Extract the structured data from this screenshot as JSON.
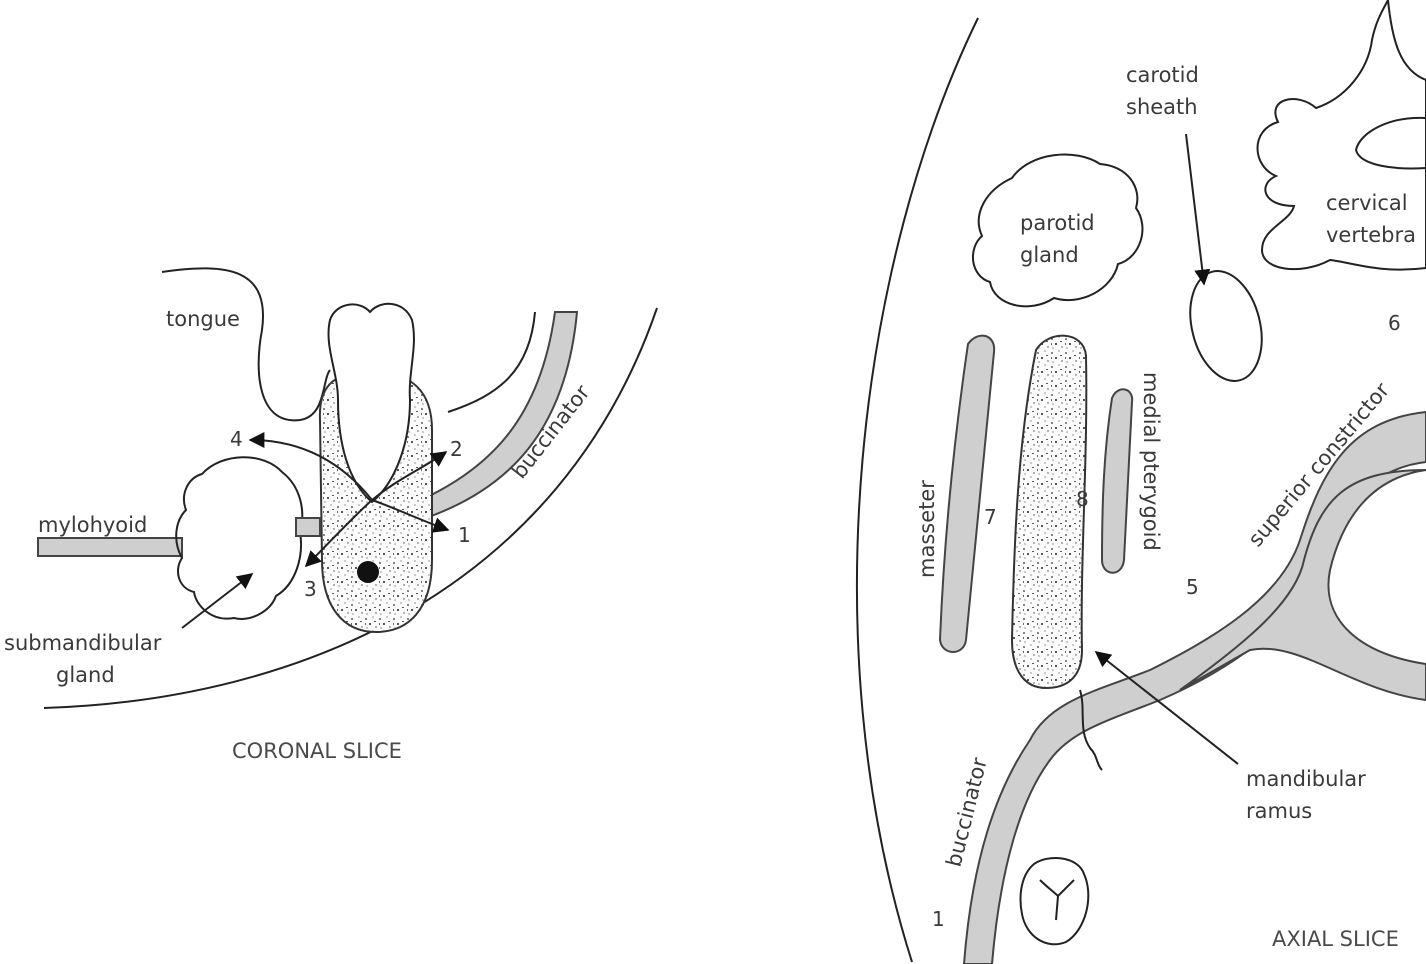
{
  "coronal": {
    "caption": "CORONAL SLICE",
    "labels": {
      "tongue": "tongue",
      "mylohyoid": "mylohyoid",
      "buccinator": "buccinator",
      "submandibular_1": "submandibular",
      "submandibular_2": "gland"
    },
    "numbers": [
      "1",
      "2",
      "3",
      "4"
    ]
  },
  "axial": {
    "caption": "AXIAL SLICE",
    "labels": {
      "carotid_1": "carotid",
      "carotid_2": "sheath",
      "parotid_1": "parotid",
      "parotid_2": "gland",
      "cervical_1": "cervical",
      "cervical_2": "vertebra",
      "masseter": "masseter",
      "medial_pterygoid": "medial pterygoid",
      "superior_constrictor": "superior constrictor",
      "buccinator": "buccinator",
      "ramus_1": "mandibular",
      "ramus_2": "ramus"
    },
    "numbers": [
      "1",
      "5",
      "6",
      "7",
      "8"
    ]
  }
}
